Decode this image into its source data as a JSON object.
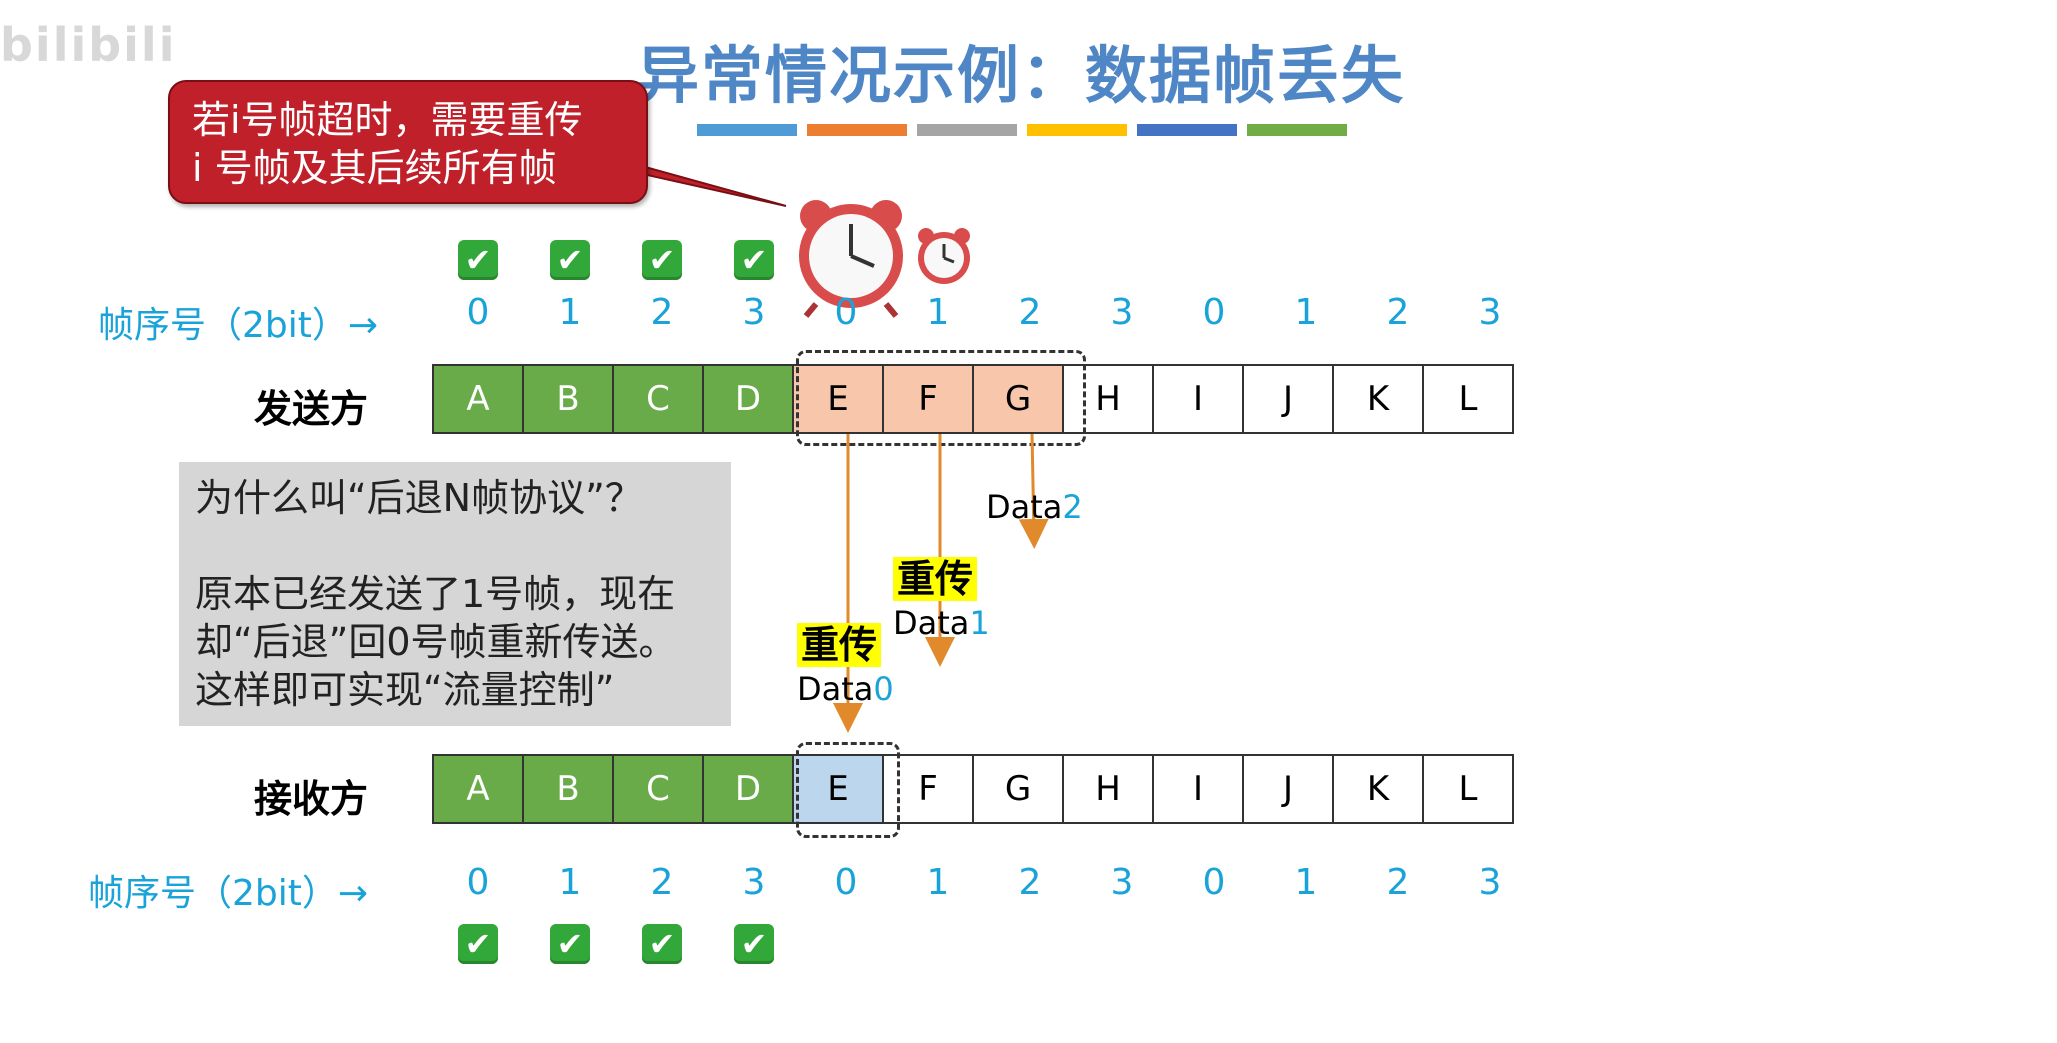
{
  "watermark": "bilibili",
  "title": "异常情况示例：数据帧丢失",
  "color_bar": [
    "#4f9bd6",
    "#ed7d31",
    "#a5a5a5",
    "#ffc000",
    "#4472c4",
    "#70ad47"
  ],
  "callout": {
    "line1": "若i号帧超时，需要重传",
    "line2": "i 号帧及其后续所有帧"
  },
  "seq_label": "帧序号（2bit）→",
  "seq_numbers": [
    "0",
    "1",
    "2",
    "3",
    "0",
    "1",
    "2",
    "3",
    "0",
    "1",
    "2",
    "3"
  ],
  "sender": {
    "label": "发送方",
    "frames": [
      "A",
      "B",
      "C",
      "D",
      "E",
      "F",
      "G",
      "H",
      "I",
      "J",
      "K",
      "L"
    ]
  },
  "receiver": {
    "label": "接收方",
    "frames": [
      "A",
      "B",
      "C",
      "D",
      "E",
      "F",
      "G",
      "H",
      "I",
      "J",
      "K",
      "L"
    ]
  },
  "check_icon": "✔",
  "explain": {
    "q": "为什么叫“后退N帧协议”？",
    "a1": "原本已经发送了1号帧，现在",
    "a2": "却“后退”回0号帧重新传送。",
    "a3": "这样即可实现“流量控制”"
  },
  "data_labels": [
    {
      "word": "Data",
      "n": "0"
    },
    {
      "word": "Data",
      "n": "1"
    },
    {
      "word": "Data",
      "n": "2"
    }
  ],
  "retransmit": "重传",
  "colors": {
    "accent_blue": "#1aa3d9",
    "green_frame": "#6aab49",
    "sender_window": "#f7c6ab",
    "receiver_window": "#bcd6ee",
    "callout_red": "#c0202a",
    "arrow_orange": "#e08a2c"
  }
}
